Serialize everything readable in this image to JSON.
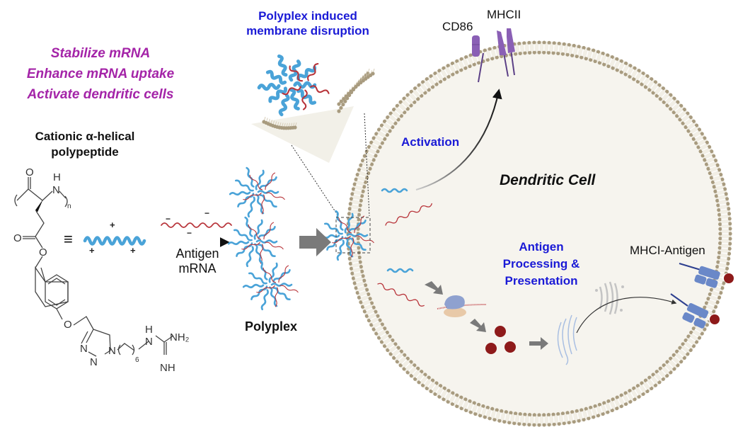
{
  "functions": {
    "lines": [
      "Stabilize mRNA",
      "Enhance mRNA uptake",
      "Activate dendritic cells"
    ],
    "color": "#a424a8"
  },
  "polypeptide": {
    "title_line1": "Cationic α-helical",
    "title_line2": "polypeptide",
    "equiv_symbol": "≡",
    "charge_positive": "+",
    "charge_negative": "−",
    "atoms": {
      "carbonyl_O": "O",
      "amide_NH_H": "H",
      "amide_NH_N": "N",
      "repeat_n": "n",
      "ester_O_double": "O",
      "ester_O": "O",
      "ether_O": "O",
      "triazole_N1": "N",
      "triazole_N2": "N",
      "triazole_N3": "N",
      "chain_subscript": "6",
      "guan_H": "H",
      "guan_N": "N",
      "guan_NH2": "NH₂",
      "guan_NH": "NH"
    }
  },
  "mrna_step": {
    "label_line1": "Antigen",
    "label_line2": "mRNA"
  },
  "polyplex": {
    "label": "Polyplex"
  },
  "membrane_inset": {
    "title_line1": "Polyplex induced",
    "title_line2": "membrane disruption"
  },
  "cell": {
    "title": "Dendritic Cell",
    "activation_label": "Activation",
    "processing_line1": "Antigen",
    "processing_line2": "Processing &",
    "processing_line3": "Presentation",
    "receptors": {
      "cd86": "CD86",
      "mhcii": "MHCII",
      "mhci_antigen": "MHCI-Antigen"
    }
  },
  "colors": {
    "label_blue": "#1a1ad6",
    "helix_blue": "#4aa3d8",
    "mrna_red": "#b8343a",
    "membrane_head": "#a89b7f",
    "cell_fill": "#f6f4ee",
    "receptor_purple": "#8a5fb5",
    "mhci_blue": "#6a88c8",
    "antigen_red": "#8e1a1a",
    "arrow_gray": "#7a7a7a"
  }
}
